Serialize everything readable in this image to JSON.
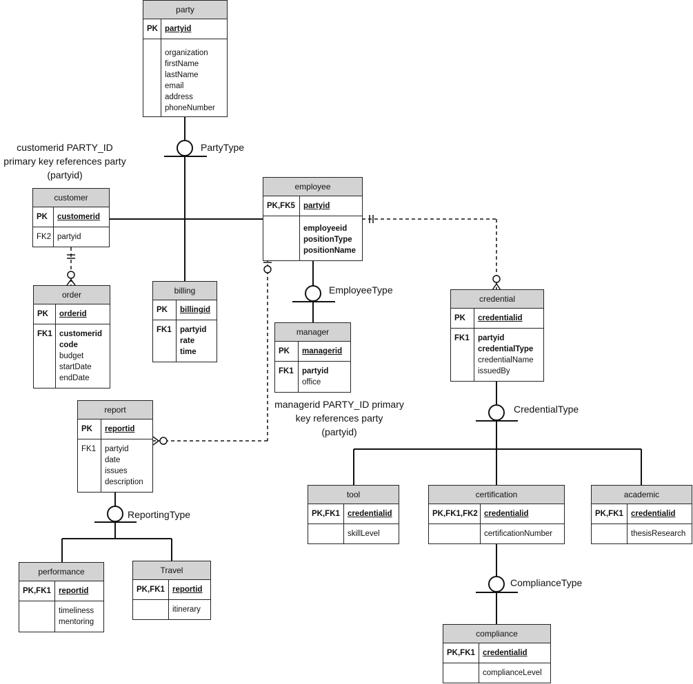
{
  "entities": {
    "party": {
      "name": "party",
      "pk_key": "PK",
      "pk_attr": "partyid",
      "fk_key": "",
      "attrs": [
        "organization",
        "firstName",
        "lastName",
        "email",
        "address",
        "phoneNumber"
      ]
    },
    "customer": {
      "name": "customer",
      "pk_key": "PK",
      "pk_attr": "customerid",
      "fk_key": "FK2",
      "attrs": [
        "partyid"
      ]
    },
    "employee": {
      "name": "employee",
      "pk_key": "PK,FK5",
      "pk_attr": "partyid",
      "fk_key": "",
      "attrs": [
        "employeeid",
        "positionType",
        "positionName"
      ]
    },
    "order": {
      "name": "order",
      "pk_key": "PK",
      "pk_attr": "orderid",
      "fk_key": "FK1",
      "attrs": [
        "customerid",
        "code",
        "budget",
        "startDate",
        "endDate"
      ]
    },
    "billing": {
      "name": "billing",
      "pk_key": "PK",
      "pk_attr": "billingid",
      "fk_key": "FK1",
      "attrs": [
        "partyid",
        "rate",
        "time"
      ]
    },
    "manager": {
      "name": "manager",
      "pk_key": "PK",
      "pk_attr": "managerid",
      "fk_key": "FK1",
      "attrs": [
        "partyid",
        "office"
      ]
    },
    "credential": {
      "name": "credential",
      "pk_key": "PK",
      "pk_attr": "credentialid",
      "fk_key": "FK1",
      "attrs": [
        "partyid",
        "credentialType",
        "credentialName",
        "issuedBy"
      ]
    },
    "report": {
      "name": "report",
      "pk_key": "PK",
      "pk_attr": "reportid",
      "fk_key": "FK1",
      "attrs": [
        "partyid",
        "date",
        "issues",
        "description"
      ]
    },
    "performance": {
      "name": "performance",
      "pk_key": "PK,FK1",
      "pk_attr": "reportid",
      "fk_key": "",
      "attrs": [
        "timeliness",
        "mentoring"
      ]
    },
    "travel": {
      "name": "Travel",
      "pk_key": "PK,FK1",
      "pk_attr": "reportid",
      "fk_key": "",
      "attrs": [
        "itinerary"
      ]
    },
    "tool": {
      "name": "tool",
      "pk_key": "PK,FK1",
      "pk_attr": "credentialid",
      "fk_key": "",
      "attrs": [
        "skillLevel"
      ]
    },
    "certification": {
      "name": "certification",
      "pk_key": "PK,FK1,FK2",
      "pk_attr": "credentialid",
      "fk_key": "",
      "attrs": [
        "certificationNumber"
      ]
    },
    "academic": {
      "name": "academic",
      "pk_key": "PK,FK1",
      "pk_attr": "credentialid",
      "fk_key": "",
      "attrs": [
        "thesisResearch"
      ]
    },
    "compliance": {
      "name": "compliance",
      "pk_key": "PK,FK1",
      "pk_attr": "credentialid",
      "fk_key": "",
      "attrs": [
        "complianceLevel"
      ]
    }
  },
  "labels": {
    "party_type": "PartyType",
    "employee_type": "EmployeeType",
    "credential_type": "CredentialType",
    "reporting_type": "ReportingType",
    "compliance_type": "ComplianceType"
  },
  "notes": {
    "customer_note": [
      "customerid PARTY_ID",
      "primary key references party",
      "(partyid)"
    ],
    "manager_note": [
      "managerid PARTY_ID primary",
      "key references party",
      "(partyid)"
    ]
  }
}
